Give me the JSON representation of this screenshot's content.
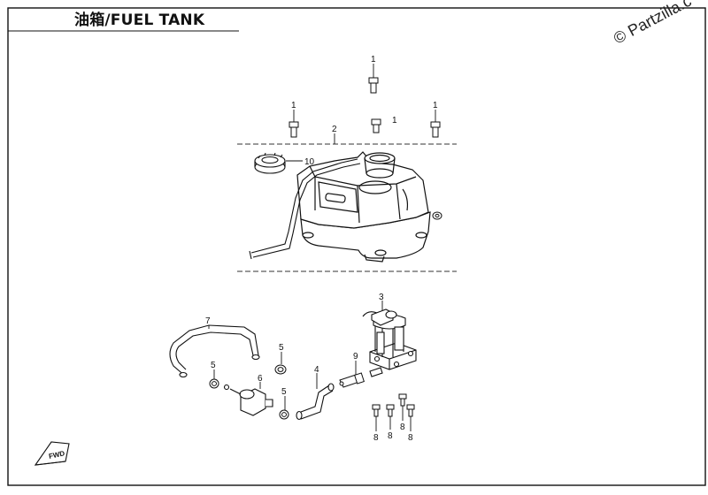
{
  "header": {
    "title": "油箱/FUEL TANK"
  },
  "watermark": "© Partzilla.c",
  "fwd_label": "FWD",
  "callouts": [
    {
      "id": "c1a",
      "label": "1"
    },
    {
      "id": "c1b",
      "label": "1"
    },
    {
      "id": "c1c",
      "label": "1"
    },
    {
      "id": "c1d",
      "label": "1"
    },
    {
      "id": "c2",
      "label": "2"
    },
    {
      "id": "c3",
      "label": "3"
    },
    {
      "id": "c4",
      "label": "4"
    },
    {
      "id": "c5a",
      "label": "5"
    },
    {
      "id": "c5b",
      "label": "5"
    },
    {
      "id": "c5c",
      "label": "5"
    },
    {
      "id": "c6",
      "label": "6"
    },
    {
      "id": "c7",
      "label": "7"
    },
    {
      "id": "c8a",
      "label": "8"
    },
    {
      "id": "c8b",
      "label": "8"
    },
    {
      "id": "c8c",
      "label": "8"
    },
    {
      "id": "c8d",
      "label": "8"
    },
    {
      "id": "c9",
      "label": "9"
    },
    {
      "id": "c10",
      "label": "10"
    }
  ]
}
